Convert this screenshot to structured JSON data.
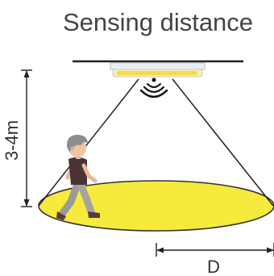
{
  "title": "Sensing distance",
  "height_label": "3-4m",
  "distance_label": "D",
  "colors": {
    "detection_zone": "#f6ea3c",
    "zone_outline": "#333333",
    "lines": "#222222",
    "text": "#444444"
  },
  "icons": {
    "light_fixture": "ceiling-light-icon",
    "sensor_waves": "motion-sensor-waves-icon",
    "person": "walking-person-icon"
  }
}
